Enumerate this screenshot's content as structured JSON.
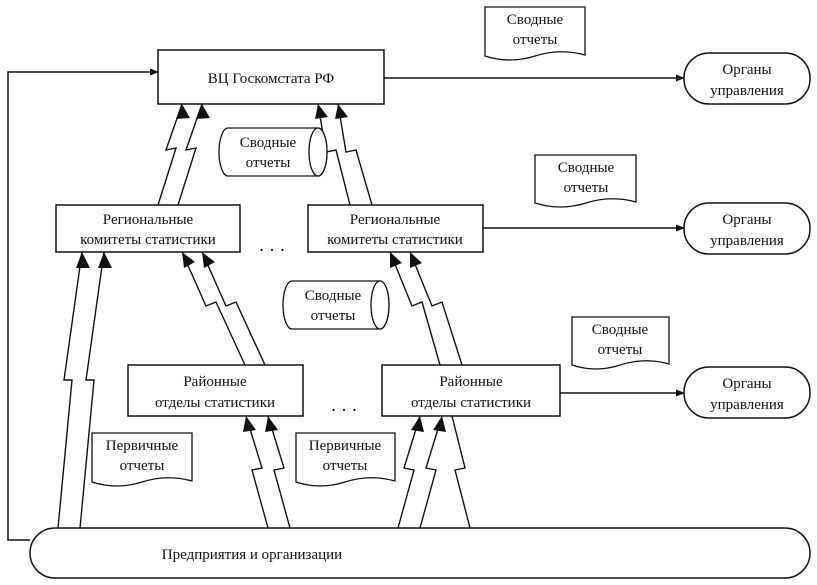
{
  "diagram": {
    "top_center": {
      "label": "ВЦ Госкомстата РФ"
    },
    "regional": [
      {
        "line1": "Региональные",
        "line2": "комитеты статистики"
      },
      {
        "line1": "Региональные",
        "line2": "комитеты статистики"
      }
    ],
    "district": [
      {
        "line1": "Районные",
        "line2": "отделы  статистики"
      },
      {
        "line1": "Районные",
        "line2": "отделы  статистики"
      }
    ],
    "enterprises": {
      "label": "Предприятия и организации"
    },
    "governance": [
      {
        "line1": "Органы",
        "line2": "управления"
      },
      {
        "line1": "Органы",
        "line2": "управления"
      },
      {
        "line1": "Органы",
        "line2": "управления"
      }
    ],
    "summary_doc": {
      "line1": "Сводные",
      "line2": "отчеты"
    },
    "primary_doc": {
      "line1": "Первичные",
      "line2": "отчеты"
    },
    "ellipsis": "· · ·"
  }
}
